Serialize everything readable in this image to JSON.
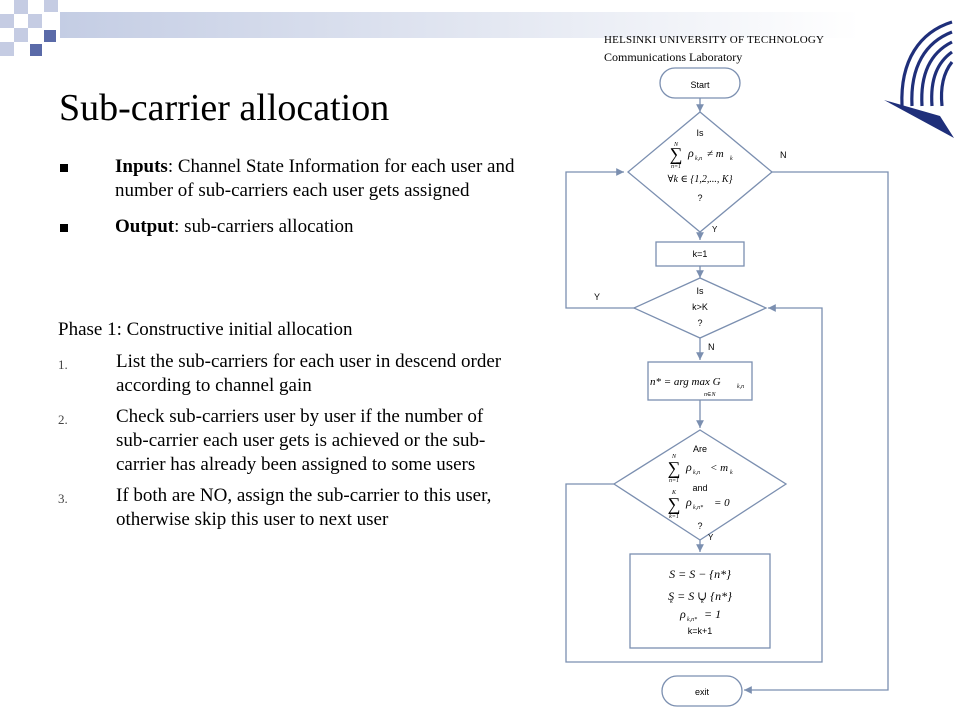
{
  "header": {
    "university": "HELSINKI UNIVERSITY OF TECHNOLOGY",
    "lab": "Communications Laboratory"
  },
  "slide": {
    "title": "Sub-carrier allocation",
    "bullets": [
      {
        "bold": "Inputs",
        "text": ": Channel State Information for each user and number of sub-carriers each user gets assigned"
      },
      {
        "bold": "Output",
        "text": ": sub-carriers allocation"
      }
    ],
    "phase": "Phase 1: Constructive initial allocation",
    "steps": [
      {
        "num": "1.",
        "text": "List the sub-carriers for each user in descend order according to channel gain"
      },
      {
        "num": "2.",
        "text": "Check sub-carriers user by user if the number of sub-carrier each user gets is achieved or the sub-carrier has already been assigned to some users"
      },
      {
        "num": "3.",
        "text": "If both are NO, assign the sub-carrier to this user, otherwise skip this user to next user"
      }
    ]
  },
  "flowchart": {
    "start": "Start",
    "d1_is": "Is",
    "d1_q": "?",
    "d1_N": "N",
    "d1_sum_top": "N",
    "d1_sum_bot": "n=1",
    "d1_rho": "ρ",
    "d1_rho_sub": "k,n",
    "d1_neq": "≠ m",
    "d1_mk_sub": "k",
    "d1_forall": "∀k ∈ {1,2,..., K}",
    "Y1": "Y",
    "k1": "k=1",
    "d2_is": "Is",
    "d2_cond": "k>K",
    "d2_q": "?",
    "Y2": "Y",
    "N2": "N",
    "argmax_lhs": "n* = arg max G",
    "argmax_sub": "k,n",
    "argmax_under": "n∈N",
    "d3_are": "Are",
    "d3_sum_top": "N",
    "d3_sum_bot": "n=1",
    "d3_rho": "ρ",
    "d3_rho_sub": "k,n",
    "d3_lt": "< m",
    "d3_mk_sub": "k",
    "d3_and": "and",
    "d3_sum2_top": "K",
    "d3_sum2_bot": "k=1",
    "d3_rho2": "ρ",
    "d3_rho2_sub": "k,n*",
    "d3_eq0": "= 0",
    "d3_q": "?",
    "Y3": "Y",
    "b_line1": "S = S − {n*}",
    "b_line2": "S = S ∪ {n*}",
    "b_line2_sub": "k",
    "b_line2_sub2": "k",
    "b_line3": "ρ",
    "b_line3_sub": "k,n*",
    "b_line3_rhs": "= 1",
    "kinc": "k=k+1",
    "exit": "exit"
  }
}
